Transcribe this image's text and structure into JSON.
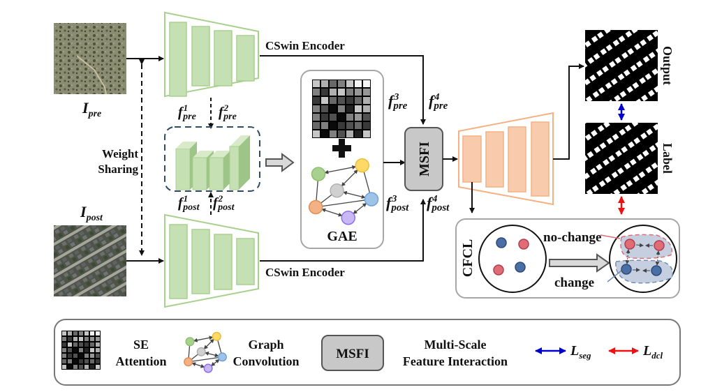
{
  "inputs": {
    "pre_label": "I",
    "pre_sub": "pre",
    "post_label": "I",
    "post_sub": "post",
    "weight_sharing_line1": "Weight",
    "weight_sharing_line2": "Sharing"
  },
  "encoder": {
    "top_label": "CSwin Encoder",
    "bottom_label": "CSwin Encoder",
    "color_fill": "#c5e0b3",
    "color_stroke": "#a9d18e"
  },
  "features": {
    "f": "f",
    "pre1_sup": "1",
    "pre1_sub": "pre",
    "pre2_sup": "2",
    "pre2_sub": "pre",
    "post1_sup": "1",
    "post1_sub": "post",
    "post2_sup": "2",
    "post2_sub": "post",
    "pre3_sup": "3",
    "pre3_sub": "pre",
    "pre4_sup": "4",
    "pre4_sub": "pre",
    "post3_sup": "3",
    "post3_sub": "post",
    "post4_sup": "4",
    "post4_sub": "post"
  },
  "gae": {
    "label": "GAE"
  },
  "msfi": {
    "label": "MSFI"
  },
  "decoder": {
    "color_fill": "#f8cbad",
    "color_stroke": "#f4b183"
  },
  "outputs": {
    "output_label": "Output",
    "label_label": "Label"
  },
  "cfcl": {
    "label": "CFCL",
    "no_change": "no-change",
    "change": "change",
    "red": "#e06c75",
    "blue": "#4a6fa5"
  },
  "legend": {
    "se_line1": "SE",
    "se_line2": "Attention",
    "graph_line1": "Graph",
    "graph_line2": "Convolution",
    "msfi_box": "MSFI",
    "msfi_line1": "Multi-Scale",
    "msfi_line2": "Feature Interaction",
    "lseg_main": "L",
    "lseg_sub": "seg",
    "ldcl_main": "L",
    "ldcl_sub": "dcl",
    "seg_color": "#0000cc",
    "dcl_color": "#ee1111"
  },
  "se_matrix": [
    [
      0.8,
      0.7,
      0.4,
      0.5,
      0.8,
      1.0,
      1.0
    ],
    [
      0.5,
      0.2,
      0.7,
      0.8,
      0.5,
      0.6,
      0.6
    ],
    [
      0.2,
      0.8,
      0.4,
      0.3,
      0.2,
      0.4,
      0.7
    ],
    [
      0.5,
      0.3,
      0.0,
      0.5,
      0.1,
      0.8,
      0.7
    ],
    [
      0.5,
      0.2,
      0.3,
      0.0,
      0.5,
      0.6,
      0.3
    ],
    [
      0.4,
      0.5,
      0.0,
      0.2,
      0.3,
      0.4,
      0.2
    ],
    [
      0.8,
      0.0,
      0.5,
      0.3,
      0.7,
      0.1,
      0.8
    ]
  ]
}
